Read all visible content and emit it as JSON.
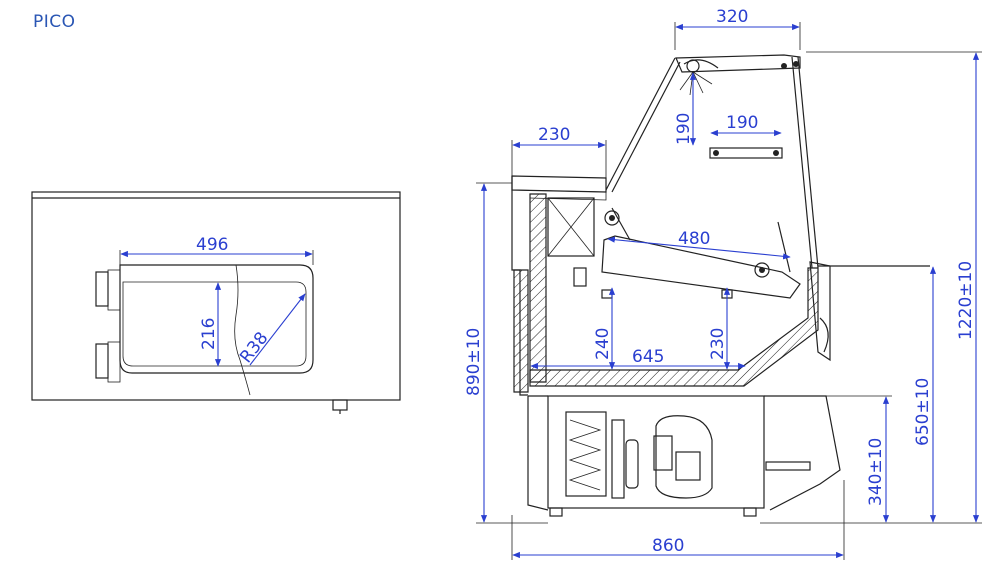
{
  "title": "PICO",
  "colors": {
    "dimension": "#2a3fd0",
    "title": "#2a56b4",
    "line": "#222222"
  },
  "plan_view": {
    "dims": {
      "width": "496",
      "depth": "216",
      "radius": "R38"
    }
  },
  "side_view": {
    "dims": {
      "top_width": "320",
      "shelf_height": "190",
      "light_width": "190",
      "back_shelf": "230",
      "upper_shelf": "480",
      "well_depth": "240",
      "well_length": "645",
      "front_depth": "230",
      "height_counter": "890±10",
      "height_total": "1220±10",
      "height_front": "650±10",
      "height_base": "340±10",
      "total_width": "860"
    }
  }
}
